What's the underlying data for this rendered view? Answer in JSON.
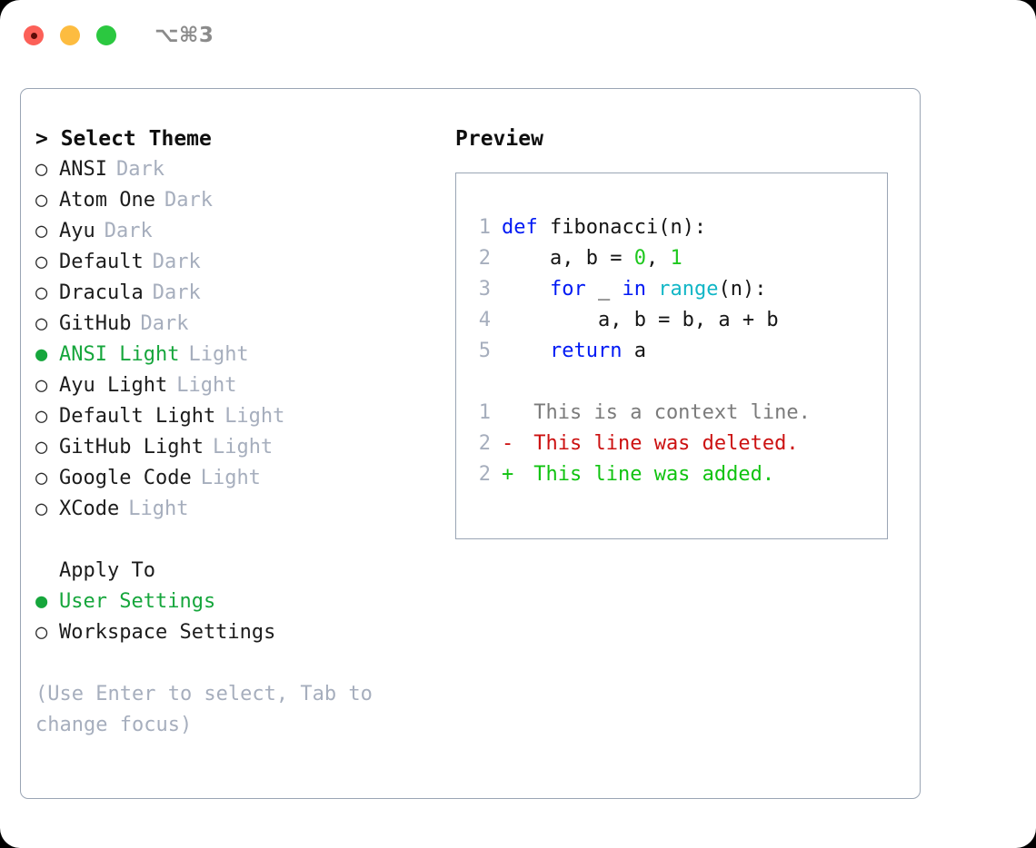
{
  "titlebar": {
    "title": "⌥⌘3",
    "lights": [
      {
        "name": "close",
        "color": "#fc6058"
      },
      {
        "name": "minimize",
        "color": "#fdbc40"
      },
      {
        "name": "zoom",
        "color": "#2bc840"
      }
    ]
  },
  "theme_panel": {
    "heading": "> Select Theme",
    "bullet_on": "●",
    "bullet_off": "○",
    "themes": [
      {
        "name": "ANSI",
        "kind": "Dark",
        "selected": false
      },
      {
        "name": "Atom One",
        "kind": "Dark",
        "selected": false
      },
      {
        "name": "Ayu",
        "kind": "Dark",
        "selected": false
      },
      {
        "name": "Default",
        "kind": "Dark",
        "selected": false
      },
      {
        "name": "Dracula",
        "kind": "Dark",
        "selected": false
      },
      {
        "name": "GitHub",
        "kind": "Dark",
        "selected": false
      },
      {
        "name": "ANSI Light",
        "kind": "Light",
        "selected": true
      },
      {
        "name": "Ayu Light",
        "kind": "Light",
        "selected": false
      },
      {
        "name": "Default Light",
        "kind": "Light",
        "selected": false
      },
      {
        "name": "GitHub Light",
        "kind": "Light",
        "selected": false
      },
      {
        "name": "Google Code",
        "kind": "Light",
        "selected": false
      },
      {
        "name": "XCode",
        "kind": "Light",
        "selected": false
      }
    ]
  },
  "apply_to": {
    "heading": "Apply To",
    "options": [
      {
        "label": "User Settings",
        "selected": true
      },
      {
        "label": "Workspace Settings",
        "selected": false
      }
    ]
  },
  "hint": "(Use Enter to select, Tab to change focus)",
  "preview": {
    "heading": "Preview",
    "code_lines": [
      {
        "no": "1",
        "tokens": [
          {
            "text": "def",
            "type": "kw"
          },
          {
            "text": " fibonacci(n):",
            "type": "plain"
          }
        ]
      },
      {
        "no": "2",
        "tokens": [
          {
            "text": "    a, b = ",
            "type": "plain"
          },
          {
            "text": "0",
            "type": "num"
          },
          {
            "text": ", ",
            "type": "plain"
          },
          {
            "text": "1",
            "type": "num"
          }
        ]
      },
      {
        "no": "3",
        "tokens": [
          {
            "text": "    ",
            "type": "plain"
          },
          {
            "text": "for",
            "type": "kw"
          },
          {
            "text": " _ ",
            "type": "plain"
          },
          {
            "text": "in",
            "type": "kw"
          },
          {
            "text": " ",
            "type": "plain"
          },
          {
            "text": "range",
            "type": "fn"
          },
          {
            "text": "(n):",
            "type": "plain"
          }
        ]
      },
      {
        "no": "4",
        "tokens": [
          {
            "text": "        a, b = b, a + b",
            "type": "plain"
          }
        ]
      },
      {
        "no": "5",
        "tokens": [
          {
            "text": "    ",
            "type": "plain"
          },
          {
            "text": "return",
            "type": "kw"
          },
          {
            "text": " a",
            "type": "plain"
          }
        ]
      }
    ],
    "diff_lines": [
      {
        "no": "1",
        "sign": " ",
        "text": " This is a context line.",
        "kind": "context"
      },
      {
        "no": "2",
        "sign": "-",
        "text": " This line was deleted.",
        "kind": "removed"
      },
      {
        "no": "2",
        "sign": "+",
        "text": " This line was added.",
        "kind": "added"
      }
    ]
  },
  "colors": {
    "accent_green": "#16a63c",
    "muted": "#a6aebd",
    "border": "#9aa5b4",
    "keyword_blue": "#0019f4",
    "function_cyan": "#11b6c6",
    "number_green": "#1ec81e",
    "diff_removed": "#cc1111",
    "diff_added": "#10c310"
  }
}
